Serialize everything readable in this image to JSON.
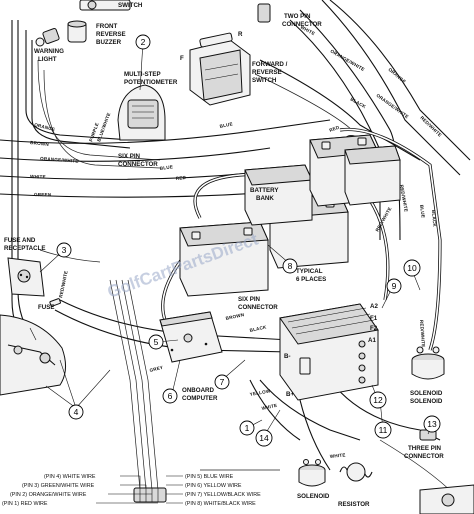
{
  "components": {
    "switch": "SWITCH",
    "front_reverse_buzzer_1": "FRONT",
    "front_reverse_buzzer_2": "REVERSE",
    "front_reverse_buzzer_3": "BUZZER",
    "warning_light_1": "WARNING",
    "warning_light_2": "LIGHT",
    "mcp_1": "MULTI-STEP",
    "mcp_2": "POTENTIOMETER",
    "fr_switch_1": "FORWARD /",
    "fr_switch_2": "REVERSE",
    "fr_switch_3": "SWITCH",
    "two_pin_1": "TWO PIN",
    "two_pin_2": "CONNECTOR",
    "six_pin_top_1": "SIX PIN",
    "six_pin_top_2": "CONNECTOR",
    "battery_bank_1": "BATTERY",
    "battery_bank_2": "BANK",
    "typical_1": "TYPICAL",
    "typical_2": "6 PLACES",
    "fuse_receptacle_1": "FUSE AND",
    "fuse_receptacle_2": "RECEPTACLE",
    "fuse": "FUSE",
    "six_pin_mid_1": "SIX PIN",
    "six_pin_mid_2": "CONNECTOR",
    "onboard_1": "ONBOARD",
    "onboard_2": "COMPUTER",
    "solenoid_right_1": "SOLENOID",
    "solenoid_right_2": "SOLENOID",
    "three_pin_1": "THREE PIN",
    "three_pin_2": "CONNECTOR",
    "solenoid_bottom": "SOLENOID",
    "resistor": "RESISTOR",
    "fr_marker": "F",
    "r_marker": "R",
    "b_plus": "B+",
    "b_minus": "B-",
    "a1": "A1",
    "a2": "A2",
    "f1": "F1",
    "f2": "F2"
  },
  "wires": {
    "orange": "ORANGE",
    "brown": "BROWN",
    "orange_white": "ORANGE/WHITE",
    "blue": "BLUE",
    "white": "WHITE",
    "green": "GREEN",
    "red": "RED",
    "black": "BLACK",
    "red_white": "RED/WHITE",
    "yellow": "YELLOW",
    "grey": "GREY",
    "purple": "PURPLE",
    "blue_white": "BLUE/WHITE"
  },
  "pins": {
    "p4": "(PIN 4) WHITE WIRE",
    "p3": "(PIN 3) GREEN/WHITE WIRE",
    "p2": "(PIN 2) ORANGE/WHITE WIRE",
    "p1": "(PIN 1) RED WIRE",
    "p5": "(PIN 5) BLUE WIRE",
    "p6": "(PIN 6) YELLOW WIRE",
    "p7": "(PIN 7) YELLOW/BLACK WIRE",
    "p8": "(PIN 8) WHITE/BLACK WIRE"
  },
  "callouts": [
    "1",
    "2",
    "3",
    "4",
    "5",
    "6",
    "7",
    "8",
    "9",
    "10",
    "11",
    "12",
    "13",
    "14"
  ],
  "watermark": "GolfCartPartsDirect"
}
